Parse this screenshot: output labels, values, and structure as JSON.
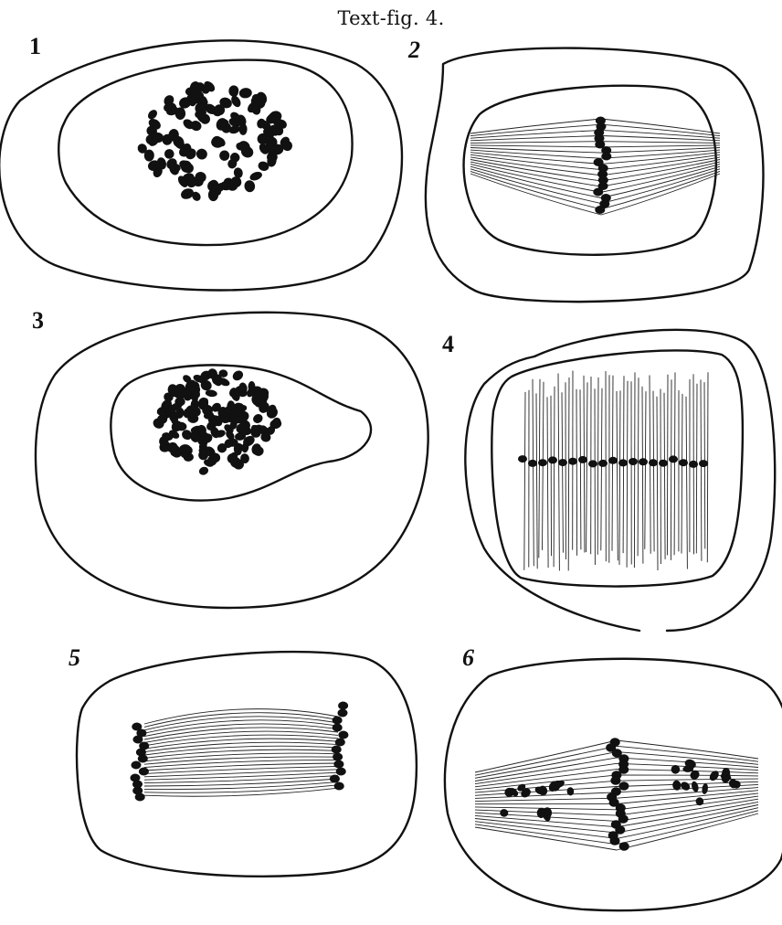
{
  "caption": "Text-fig. 4.",
  "figures": [
    {
      "number": "1"
    },
    {
      "number": "2"
    },
    {
      "number": "3"
    },
    {
      "number": "4"
    },
    {
      "number": "5"
    },
    {
      "number": "6"
    }
  ],
  "colors": {
    "ink": "#111111",
    "paper": "#ffffff"
  }
}
